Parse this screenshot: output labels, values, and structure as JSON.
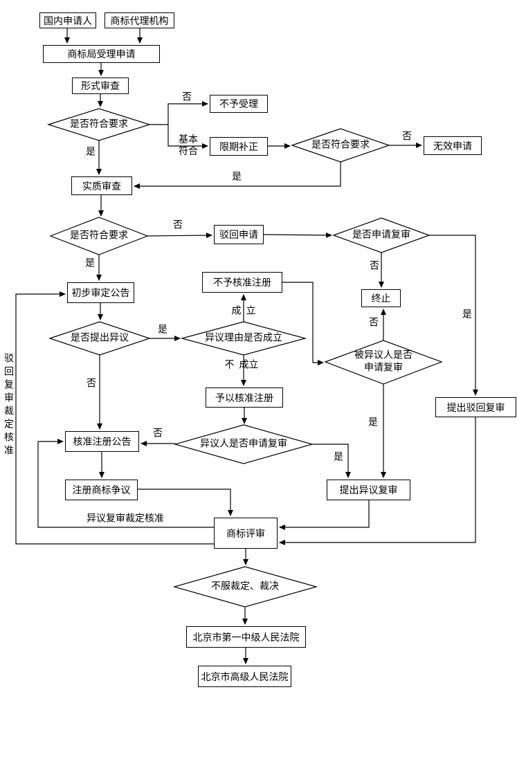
{
  "diagram": {
    "nodes": {
      "domestic_applicant": "国内申请人",
      "trademark_agency": "商标代理机构",
      "office_accepts": "商标局受理申请",
      "formal_exam": "形式审查",
      "not_accepted": "不予受理",
      "deadline_correction": "限期补正",
      "invalid_application": "无效申请",
      "substantive_exam": "实质审查",
      "reject_application": "驳回申请",
      "terminate": "终止",
      "preliminary_announcement": "初步审定公告",
      "no_approval_registration": "不予核准注册",
      "approve_registration": "予以核准注册",
      "approved_announcement": "核准注册公告",
      "registered_trademark_dispute": "注册商标争议",
      "file_objection_review": "提出异议复审",
      "file_rejection_review": "提出驳回复审",
      "trademark_review": "商标评审",
      "first_intermediate_court": "北京市第一中级人民法院",
      "higher_court": "北京市高级人民法院"
    },
    "decisions": {
      "formal_requirements": "是否符合要求",
      "correction_requirements": "是否符合要求",
      "substantive_requirements": "是否符合要求",
      "apply_review": "是否申请复审",
      "objection_raised": "是否提出异议",
      "objection_grounds": "异议理由是否成立",
      "opposed_party_review_line1": "被异议人是否",
      "opposed_party_review_line2": "申请复审",
      "opponent_review": "异议人是否申请复审",
      "dissatisfied_ruling": "不服裁定、裁决"
    },
    "edge_labels": {
      "yes": "是",
      "no": "否",
      "basically_meets_line1": "基本",
      "basically_meets_line2": "符合",
      "established_part1": "成",
      "established_part2": "立",
      "not_established_part1": "不",
      "not_established_part2": "成立",
      "objection_review_ruling_approved": "异议复审裁定核准",
      "rejection_review_ruling_approved": "驳回复审裁定核准"
    },
    "colors": {
      "line": "#000000",
      "box_border": "#000000",
      "background": "#ffffff",
      "text": "#000000"
    }
  }
}
